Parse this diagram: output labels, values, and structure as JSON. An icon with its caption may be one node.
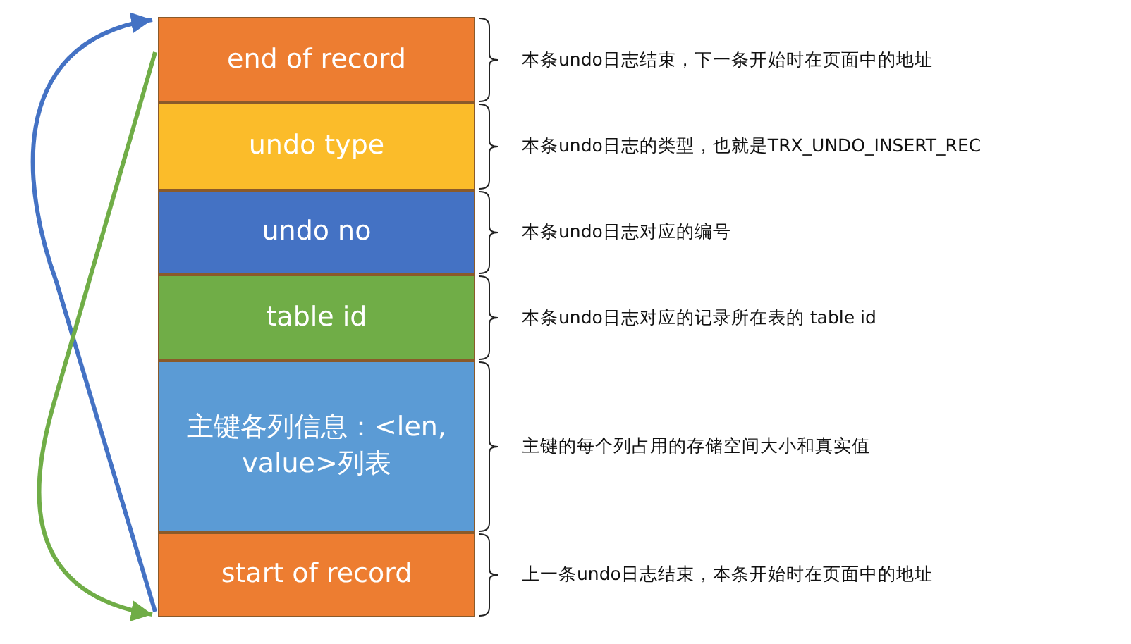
{
  "diagram": {
    "nodes": [
      {
        "text": [
          "end of record"
        ],
        "beside": [
          "本条undo日志结束，下一条开始时在页面中的地址"
        ]
      },
      {
        "text": [
          "undo type"
        ],
        "beside": [
          "本条undo日志的类型，也就是TRX_UNDO_INSERT_REC"
        ]
      },
      {
        "text": [
          "undo no"
        ],
        "beside": [
          "本条undo日志对应的编号"
        ]
      },
      {
        "text": [
          "table id"
        ],
        "beside": [
          "本条undo日志对应的记录所在表的 table id"
        ]
      },
      {
        "text": [
          "主键各列信息：<len, value>列表"
        ],
        "beside": [
          "主键的每个列占用的存储空间大小和真实值"
        ]
      },
      {
        "text": [
          "start of record"
        ],
        "beside": [
          "上一条undo日志结束，本条开始时在页面中的地址"
        ]
      }
    ],
    "edges": [
      {
        "from": 5,
        "to": 0,
        "arrow": "to",
        "color": "#4472c4"
      },
      {
        "from": 0,
        "to": 5,
        "arrow": "to",
        "color": "#70ad47"
      }
    ]
  }
}
